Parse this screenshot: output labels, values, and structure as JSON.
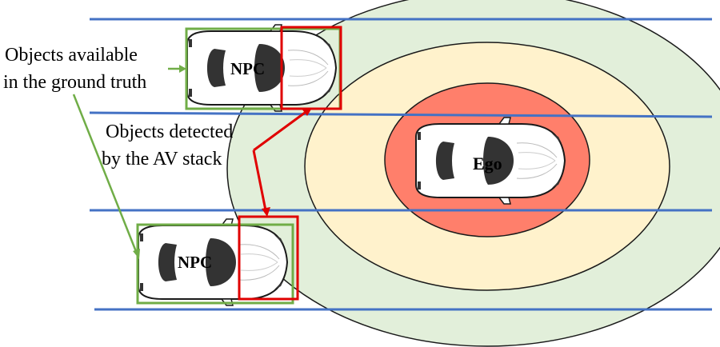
{
  "labels": {
    "ground_truth_line1": "Objects available",
    "ground_truth_line2": "in the ground truth",
    "detected_line1": "Objects detected",
    "detected_line2": "by the AV stack"
  },
  "cars": {
    "ego": "Ego",
    "npc_top": "NPC",
    "npc_bottom": "NPC"
  },
  "colors": {
    "lane": "#4472C4",
    "zone_outer": "#E2EFDA",
    "zone_middle": "#FFF2CC",
    "zone_inner": "#FF7F6B",
    "ground_truth_box": "#70AD47",
    "detection_box": "#E00000"
  }
}
